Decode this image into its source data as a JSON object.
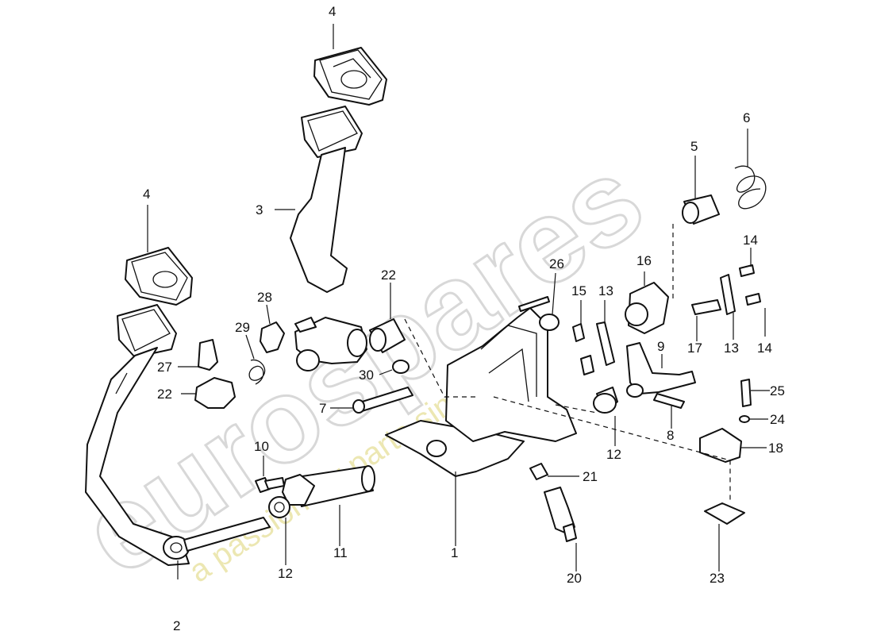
{
  "watermark": {
    "brand": "eurospares",
    "tagline": "a passion for parts since 1985",
    "tagline_color": "#e6dfa0"
  },
  "callouts": {
    "c1": "1",
    "c2": "2",
    "c3": "3",
    "c4a": "4",
    "c4b": "4",
    "c5": "5",
    "c6": "6",
    "c7": "7",
    "c8": "8",
    "c9": "9",
    "c10": "10",
    "c11": "11",
    "c12a": "12",
    "c12b": "12",
    "c13a": "13",
    "c13b": "13",
    "c14a": "14",
    "c14b": "14",
    "c15": "15",
    "c16": "16",
    "c17": "17",
    "c18": "18",
    "c20": "20",
    "c21": "21",
    "c22a": "22",
    "c22b": "22",
    "c23": "23",
    "c24": "24",
    "c25": "25",
    "c26": "26",
    "c27": "27",
    "c28": "28",
    "c29": "29",
    "c30": "30"
  }
}
